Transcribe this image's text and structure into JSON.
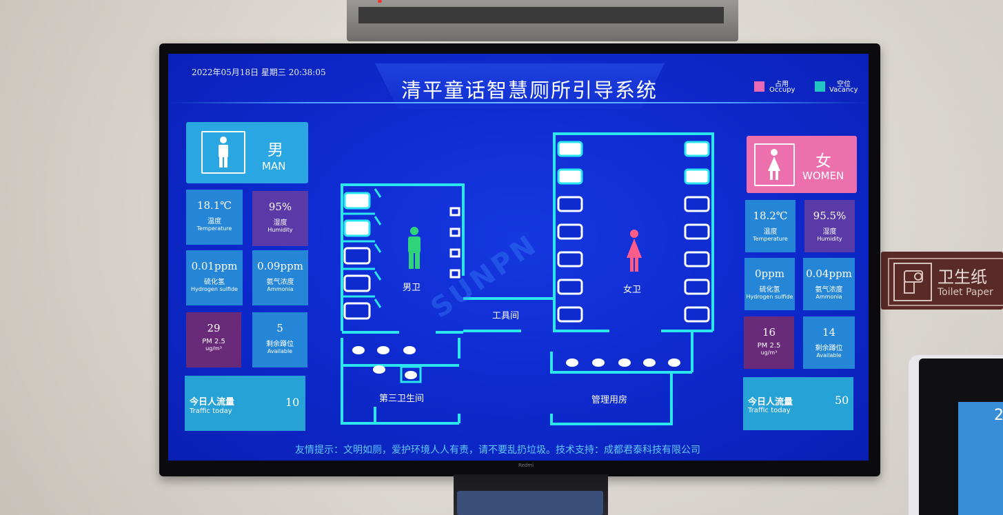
{
  "header": {
    "datetime": "2022年05月18日  星期三   20:38:05",
    "title": "清平童话智慧厕所引导系统"
  },
  "legend": {
    "occupy": {
      "cn": "占用",
      "en": "Occupy",
      "color": "#e86ab4"
    },
    "vacancy": {
      "cn": "空位",
      "en": "Vacancy",
      "color": "#23c4c4"
    }
  },
  "men": {
    "cn": "男",
    "en": "MAN",
    "color": "#2aa6e3",
    "tiles": [
      {
        "value": "18.1℃",
        "cn": "温度",
        "en": "Temperature",
        "color": "#2586d8"
      },
      {
        "value": "95%",
        "cn": "湿度",
        "en": "Humidity",
        "color": "#5a3aa6"
      },
      {
        "value": "0.01ppm",
        "cn": "硫化氢",
        "en": "Hydrogen sulfide",
        "color": "#2586d8"
      },
      {
        "value": "0.09ppm",
        "cn": "氨气浓度",
        "en": "Ammonia",
        "color": "#2586d8"
      },
      {
        "value": "29",
        "cn": "PM 2.5",
        "en": "ug/m³",
        "color": "#6a2a7a"
      },
      {
        "value": "5",
        "cn": "剩余蹲位",
        "en": "Available",
        "color": "#2586d8"
      }
    ],
    "traffic": {
      "cn": "今日人流量",
      "en": "Traffic today",
      "value": "10"
    }
  },
  "women": {
    "cn": "女",
    "en": "WOMEN",
    "color": "#ec6fae",
    "tiles": [
      {
        "value": "18.2℃",
        "cn": "温度",
        "en": "Temperature",
        "color": "#2586d8"
      },
      {
        "value": "95.5%",
        "cn": "湿度",
        "en": "Humidity",
        "color": "#5a3aa6"
      },
      {
        "value": "0ppm",
        "cn": "硫化氢",
        "en": "Hydrogen sulfide",
        "color": "#2586d8"
      },
      {
        "value": "0.04ppm",
        "cn": "氨气浓度",
        "en": "Ammonia",
        "color": "#2586d8"
      },
      {
        "value": "16",
        "cn": "PM 2.5",
        "en": "ug/m³",
        "color": "#6a2a7a"
      },
      {
        "value": "14",
        "cn": "剩余蹲位",
        "en": "Available",
        "color": "#2586d8"
      }
    ],
    "traffic": {
      "cn": "今日人流量",
      "en": "Traffic today",
      "value": "50"
    }
  },
  "floorplan": {
    "mens_room": "男卫",
    "womens_room": "女卫",
    "tool_room": "工具间",
    "third_restroom": "第三卫生间",
    "management_room": "管理用房",
    "line_color": "#2be6ee"
  },
  "footer": "友情提示：文明如厕，爱护环境人人有责，请不要乱扔垃圾。技术支持：成都君泰科技有限公司",
  "watermark": "SUNPN",
  "wall_sign": {
    "cn": "卫生纸",
    "en": "Toilet Paper"
  },
  "kiosk": {
    "number": "2"
  }
}
